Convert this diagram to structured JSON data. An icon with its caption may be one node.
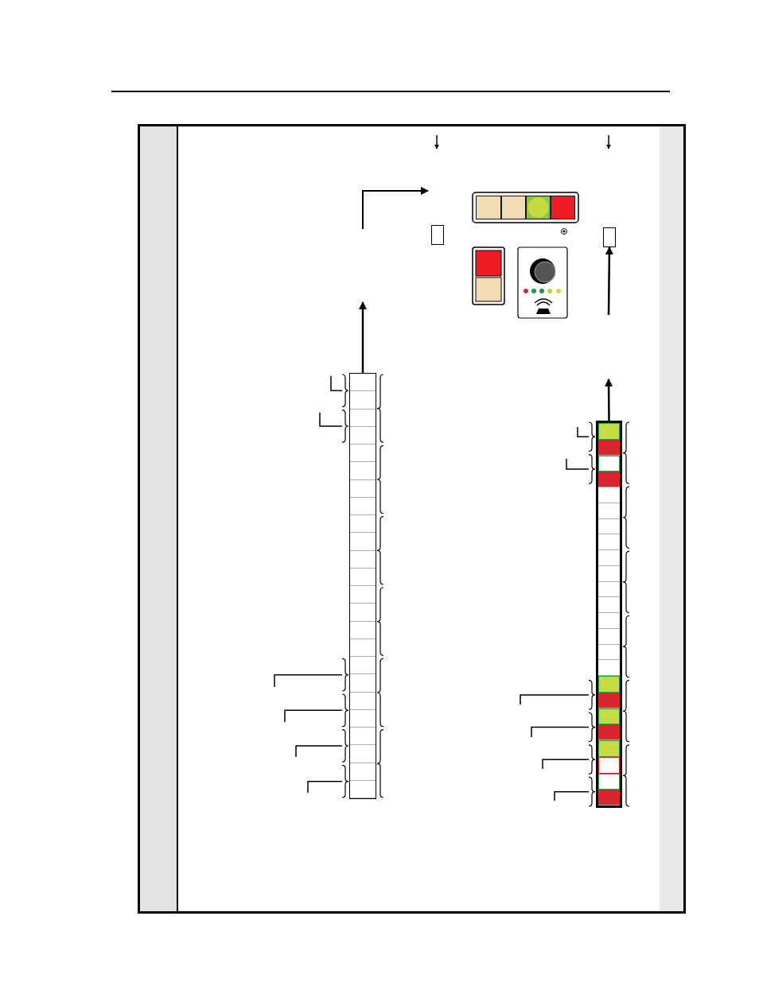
{
  "diagram": {
    "nodes": [
      {
        "text": [],
        "shape": "box"
      },
      {
        "text": [],
        "shape": "box"
      },
      {
        "text": [],
        "shape": "bar"
      },
      {
        "text": [],
        "shape": "bar"
      }
    ],
    "edges": [
      {
        "from": 2,
        "to": null,
        "arrow": "to"
      },
      {
        "from": 3,
        "to": null,
        "arrow": "to"
      },
      {
        "from": null,
        "to": 1,
        "arrow": "to"
      }
    ]
  }
}
